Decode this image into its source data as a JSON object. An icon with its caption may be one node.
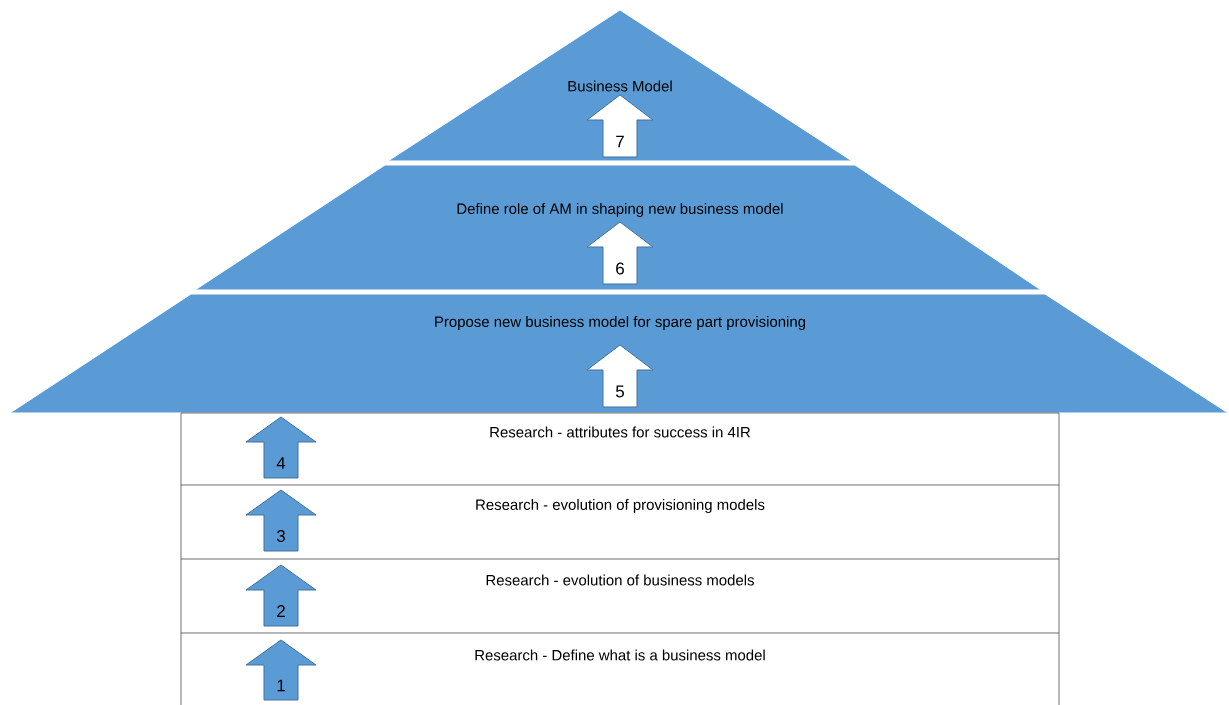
{
  "diagram": {
    "nodes": [
      {
        "text": [
          "Business Model"
        ]
      },
      {
        "text": [
          "7"
        ],
        "in": 0
      },
      {
        "text": [
          "Define role of AM in shaping new business model"
        ]
      },
      {
        "text": [
          "6"
        ],
        "in": 2
      },
      {
        "text": [
          "Propose new business model for spare part provisioning"
        ]
      },
      {
        "text": [
          "5"
        ],
        "in": 4
      },
      {
        "text": [
          "Research - attributes for success in 4IR"
        ]
      },
      {
        "text": [
          "4"
        ],
        "in": 6
      },
      {
        "text": [
          "Research -  evolution of provisioning models"
        ]
      },
      {
        "text": [
          "3"
        ],
        "in": 8
      },
      {
        "text": [
          "Research - evolution of business models"
        ]
      },
      {
        "text": [
          "2"
        ],
        "in": 10
      },
      {
        "text": [
          "Research - Define what is a business model"
        ]
      },
      {
        "text": [
          "1"
        ],
        "in": 12
      }
    ]
  }
}
